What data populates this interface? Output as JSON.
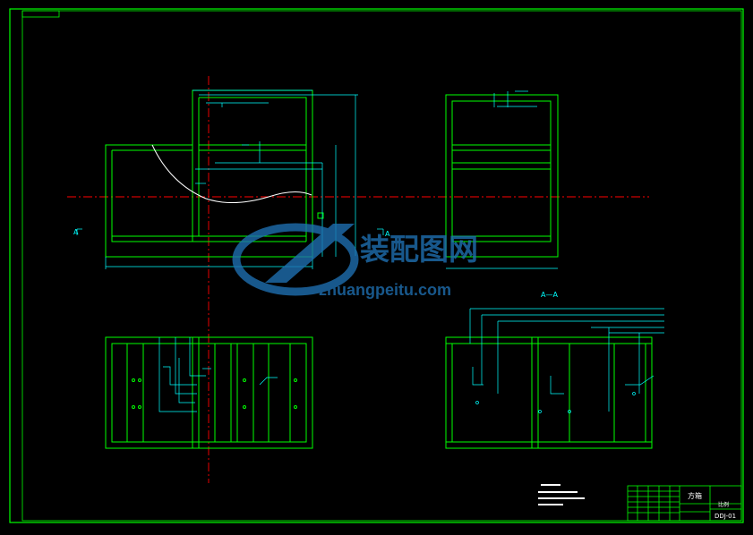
{
  "drawing": {
    "section_marker": "A",
    "section_title": "A—A",
    "title_block": {
      "name": "方箱",
      "drawing_no": "DDJ-01",
      "scale": "比例"
    }
  },
  "watermark": {
    "brand_cn": "装配图网",
    "url": "zhuangpeitu.com"
  },
  "colors": {
    "background": "#000000",
    "frame": "#00ff00",
    "outline": "#00ff00",
    "dimension": "#00ffff",
    "centerline": "#ff0000",
    "contour": "#ffffff",
    "watermark": "#1f6fb0"
  }
}
